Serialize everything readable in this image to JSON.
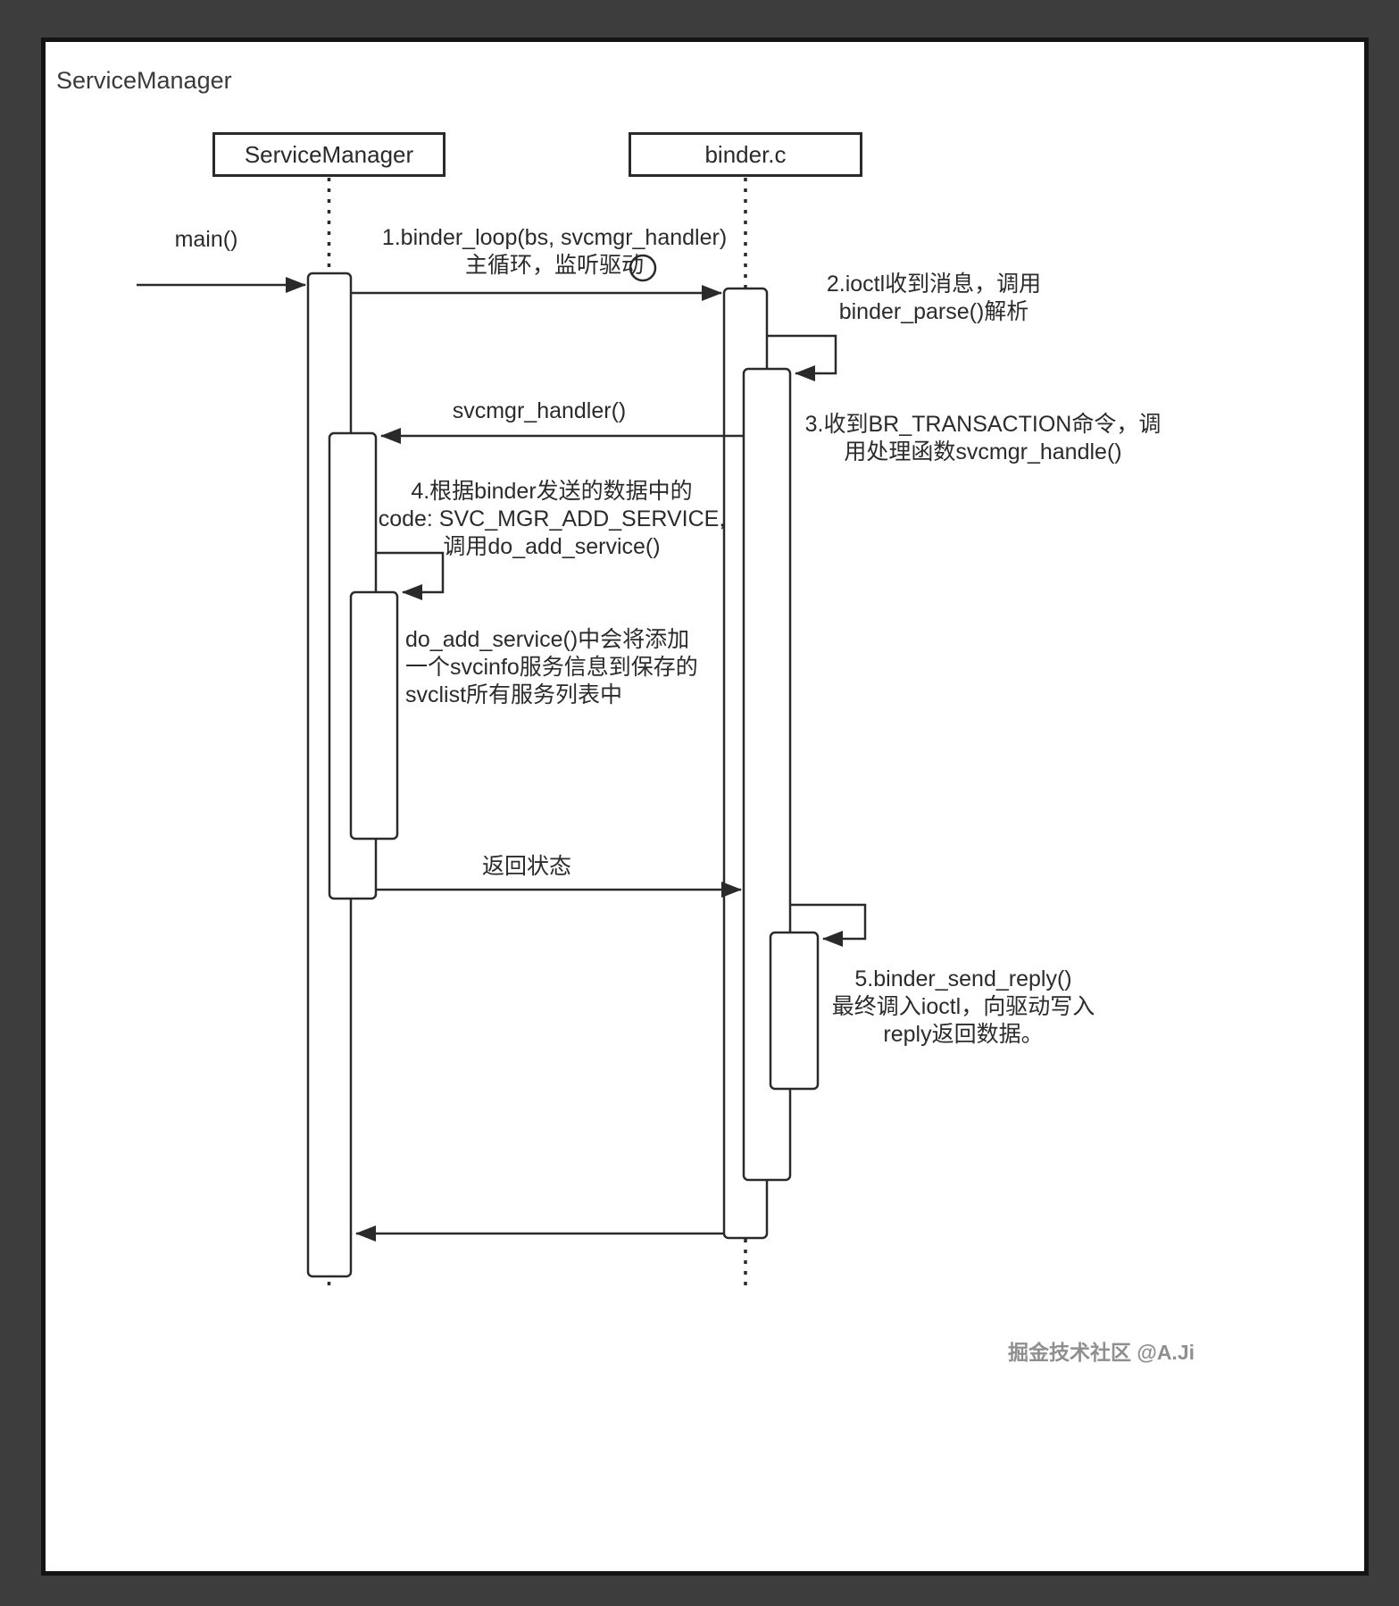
{
  "diagram": {
    "title": "ServiceManager",
    "participants": [
      {
        "label": "ServiceManager"
      },
      {
        "label": "binder.c"
      }
    ],
    "labels": {
      "main_call": "main()",
      "step1_line1": "1.binder_loop(bs, svcmgr_handler)",
      "step1_line2": "主循环，监听驱动",
      "step2_line1": "2.ioctl收到消息，调用",
      "step2_line2": "binder_parse()解析",
      "svcmgr_handler_call": "svcmgr_handler()",
      "step3_line1": "3.收到BR_TRANSACTION命令，调",
      "step3_line2": "用处理函数svcmgr_handle()",
      "step4_line1": "4.根据binder发送的数据中的",
      "step4_line2": "code: SVC_MGR_ADD_SERVICE,",
      "step4_line3": "调用do_add_service()",
      "note_line1": "do_add_service()中会将添加",
      "note_line2": "一个svcinfo服务信息到保存的",
      "note_line3": "svclist所有服务列表中",
      "return_status": "返回状态",
      "step5_line1": "5.binder_send_reply()",
      "step5_line2": "最终调入ioctl，向驱动写入",
      "step5_line3": "reply返回数据。"
    },
    "watermark": "掘金技术社区 @A.Ji"
  }
}
